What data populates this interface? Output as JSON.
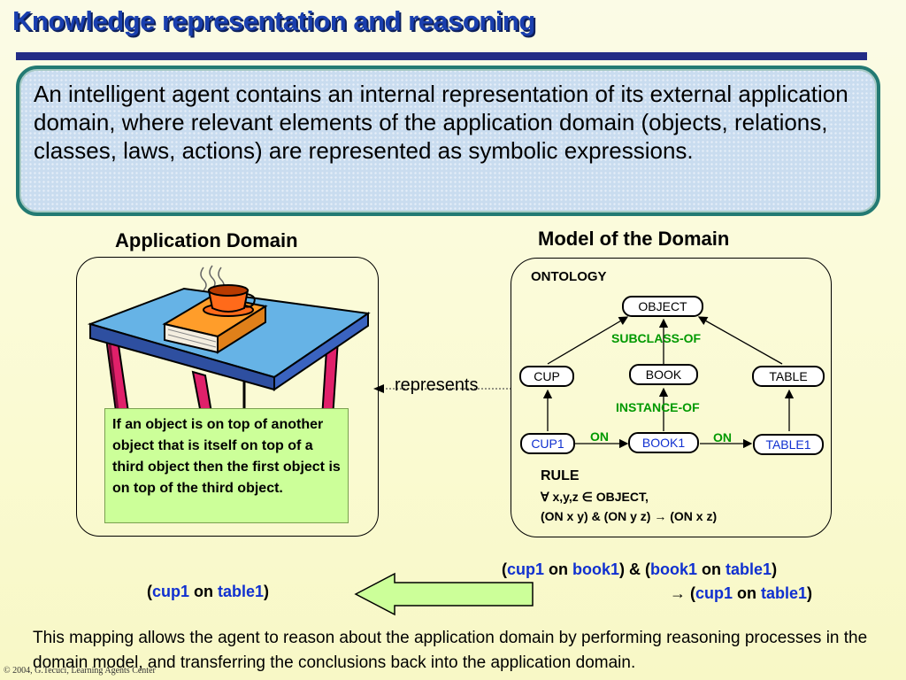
{
  "slide": {
    "title": "Knowledge representation and reasoning",
    "intro": "An intelligent agent contains an internal representation of its external application domain, where relevant elements of the application domain (objects, relations, classes, laws, actions) are represented as symbolic expressions."
  },
  "application_domain": {
    "heading": "Application Domain",
    "rule_text": "If an object is on top of another object that is itself on top of a third object then the first object is on top of the third object."
  },
  "represents_label": "represents",
  "model": {
    "heading": "Model of the Domain",
    "ontology_label": "ONTOLOGY",
    "nodes": {
      "object": "OBJECT",
      "cup": "CUP",
      "book": "BOOK",
      "table": "TABLE",
      "cup1": "CUP1",
      "book1": "BOOK1",
      "table1": "TABLE1"
    },
    "relations": {
      "subclass_of": "SUBCLASS-OF",
      "instance_of": "INSTANCE-OF",
      "on1": "ON",
      "on2": "ON"
    },
    "rule": {
      "label": "RULE",
      "line1": "∀ x,y,z ∈ OBJECT,",
      "line2": "(ON x y) & (ON  y z) → (ON x z)"
    }
  },
  "inference": {
    "premise": {
      "open1": "(",
      "t1": "cup1",
      "on1": " on ",
      "t2": "book1",
      "mid": ") & (",
      "t3": "book1",
      "on2": " on  ",
      "t4": "table1",
      "close": ")"
    },
    "conclusion_right": {
      "arrow": "→ (",
      "t1": "cup1",
      "on": " on ",
      "t2": "table1",
      "close": ")"
    },
    "conclusion_left": {
      "open": "(",
      "t1": "cup1",
      "on": " on ",
      "t2": "table1",
      "close": ")"
    }
  },
  "footer": "This mapping allows the agent to reason about the application domain by performing reasoning processes in the domain model, and transferring the conclusions back into the application domain.",
  "copyright": "© 2004, G.Tecuci, Learning Agents Center",
  "colors": {
    "title": "#1a3fae",
    "rule_bar": "#232c86",
    "intro_border": "#237a73",
    "intro_bg": "#c9dcef",
    "rule_box_bg": "#ccff99",
    "relation_green": "#009900",
    "instance_blue": "#1030d0",
    "arrow_fill": "#ccff99"
  }
}
